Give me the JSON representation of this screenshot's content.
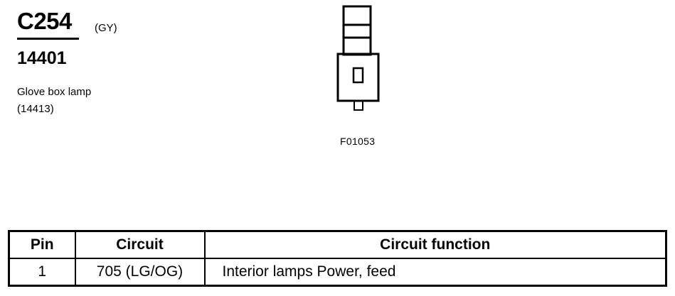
{
  "connector": {
    "id": "C254",
    "color": "(GY)",
    "part_number": "14401",
    "component_name": "Glove box lamp",
    "component_number": "(14413)"
  },
  "figure": {
    "reference": "F01053",
    "pin_label": ""
  },
  "table": {
    "headers": {
      "pin": "Pin",
      "circuit": "Circuit",
      "function": "Circuit function"
    },
    "rows": [
      {
        "pin": "1",
        "circuit": "705 (LG/OG)",
        "function": "Interior lamps Power, feed"
      }
    ]
  }
}
